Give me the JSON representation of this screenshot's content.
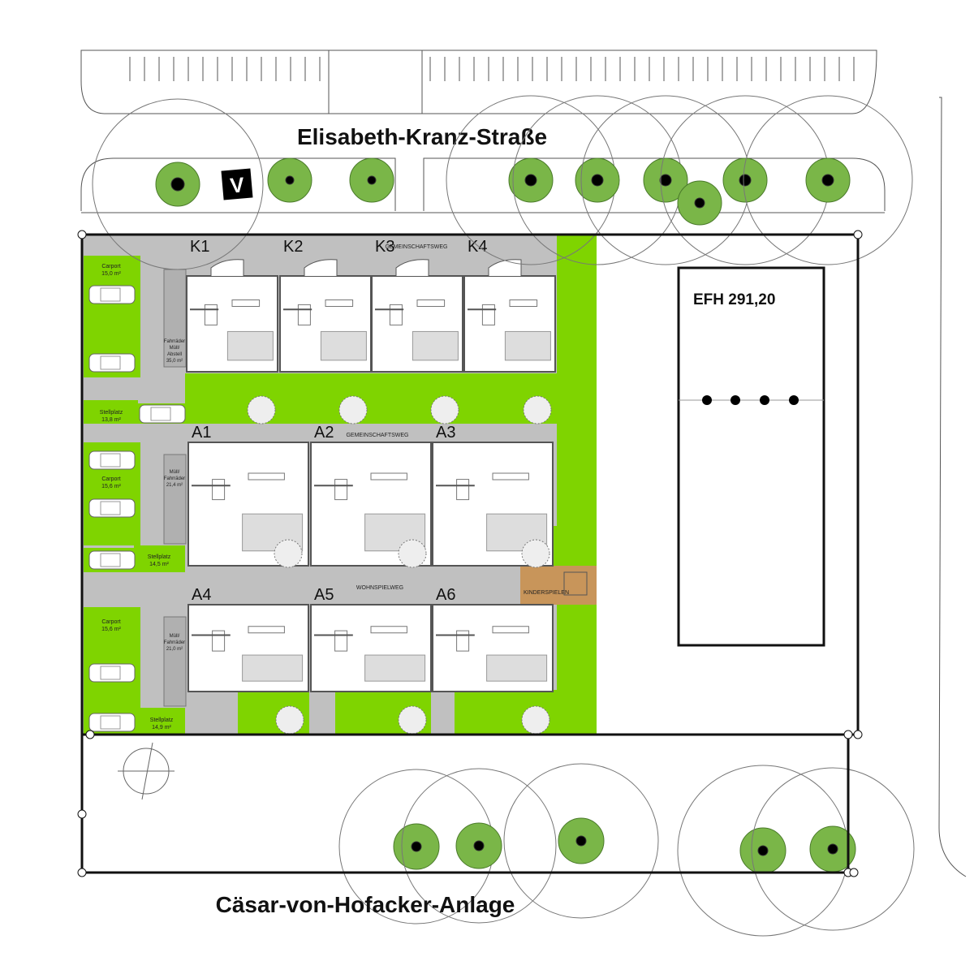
{
  "streets": {
    "north": "Elisabeth-Kranz-Straße",
    "south": "Cäsar-von-Hofacker-Anlage"
  },
  "marker": "V",
  "efh": "EFH 291,20",
  "paths": {
    "gemeinschaftsweg_1": "GEMEINSCHAFTSWEG",
    "gemeinschaftsweg_2": "GEMEINSCHAFTSWEG",
    "wohnspielweg": "WOHNSPIELWEG",
    "kinderspielen": "KINDERSPIELEN"
  },
  "units_k": [
    "K1",
    "K2",
    "K3",
    "K4"
  ],
  "units_a_top": [
    "A1",
    "A2",
    "A3"
  ],
  "units_a_bottom": [
    "A4",
    "A5",
    "A6"
  ],
  "parking": {
    "carport_1": [
      "Carport",
      "15,0 m²"
    ],
    "stellplatz_1": [
      "Stellplatz",
      "13,8 m²"
    ],
    "carport_2": [
      "Carport",
      "15,6 m²"
    ],
    "stellplatz_2": [
      "Stellplatz",
      "14,5 m²"
    ],
    "carport_3": [
      "Carport",
      "15,6 m²"
    ],
    "stellplatz_3": [
      "Stellplatz",
      "14,9 m²"
    ]
  },
  "storage": {
    "s1": [
      "Fahrräder",
      "Müll/",
      "Abstell",
      "35,0 m²"
    ],
    "s2": [
      "Müll/",
      "Fahrräder",
      "21,4 m²"
    ],
    "s3": [
      "Müll/",
      "Fahrräder",
      "21,0 m²"
    ]
  },
  "colors": {
    "lawn": "#7fd400",
    "path": "#c0c0c0",
    "tree": "#7ab648",
    "play": "#c8955a"
  }
}
